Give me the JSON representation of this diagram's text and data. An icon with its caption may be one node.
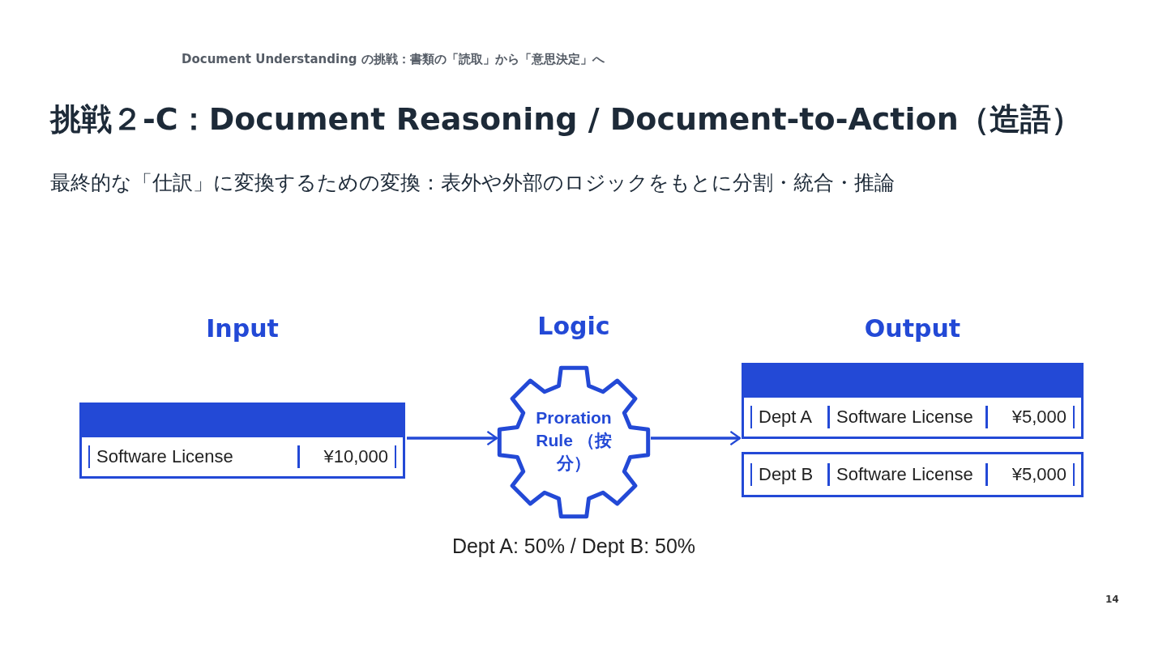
{
  "diagram": {
    "title": "挑戦２-C：Document Reasoning / Document-to-Action（造語）",
    "nodes": [
      {
        "text": [
          "Input",
          "Software License",
          "¥10,000"
        ]
      },
      {
        "text": [
          "Logic",
          "Proration Rule （按分）"
        ],
        "beside": [
          "Dept A: 50% / Dept B: 50%"
        ]
      },
      {
        "text": [
          "Output",
          "Dept A",
          "Software License",
          "¥5,000"
        ]
      },
      {
        "text": [
          "Dept B",
          "Software License",
          "¥5,000"
        ]
      }
    ],
    "edges": [
      {
        "from": 0,
        "to": 1,
        "arrow": "to"
      },
      {
        "from": 1,
        "to": 2,
        "arrow": "to"
      }
    ],
    "labels": [
      "Document Understanding の挑戦：書類の「読取」から「意思決定」へ",
      "最終的な「仕訳」に変換するための変換：表外や外部のロジックをもとに分割・統合・推論",
      "14"
    ]
  }
}
